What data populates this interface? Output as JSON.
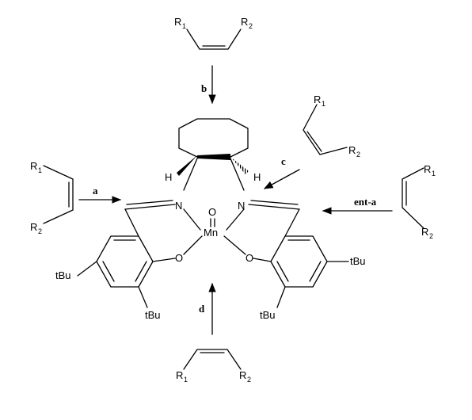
{
  "salen_complex": {
    "metal": "Mn",
    "oxo": "O",
    "imine_left": "N",
    "imine_right": "N",
    "phenoxide_left": "O",
    "phenoxide_right": "O",
    "h_left": "H",
    "h_right": "H",
    "tbu_left_para": "tBu",
    "tbu_left_ortho": "tBu",
    "tbu_right_para": "tBu",
    "tbu_right_ortho": "tBu"
  },
  "alkenes": {
    "top": {
      "r1": "R",
      "r1_sub": "1",
      "r2": "R",
      "r2_sub": "2"
    },
    "left": {
      "r1": "R",
      "r1_sub": "1",
      "r2": "R",
      "r2_sub": "2"
    },
    "upper_right": {
      "r1": "R",
      "r1_sub": "1",
      "r2": "R",
      "r2_sub": "2"
    },
    "right": {
      "r1": "R",
      "r1_sub": "1",
      "r2": "R",
      "r2_sub": "2"
    },
    "bottom": {
      "r1": "R",
      "r1_sub": "1",
      "r2": "R",
      "r2_sub": "2"
    }
  },
  "approach_paths": {
    "a": "a",
    "b": "b",
    "c": "c",
    "ent_a": "ent-a",
    "d": "d"
  }
}
